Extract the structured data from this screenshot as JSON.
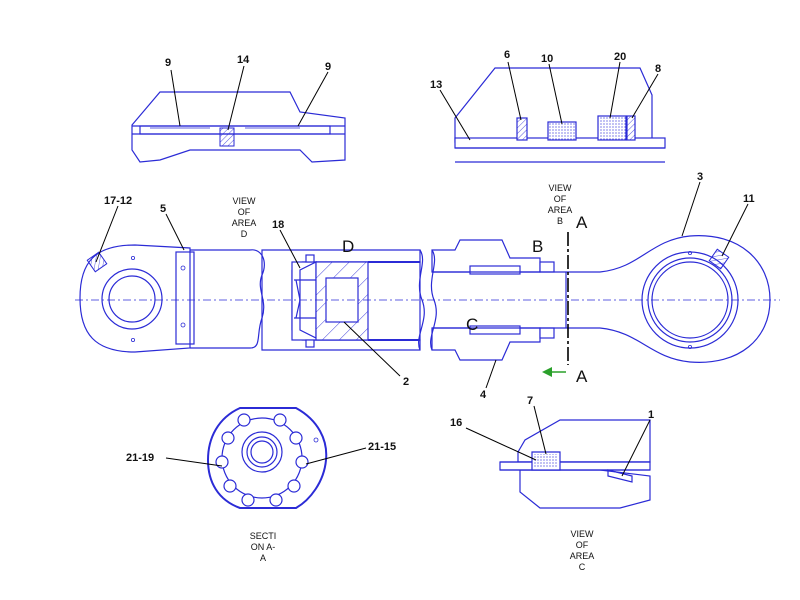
{
  "callouts": {
    "c9a": "9",
    "c14": "14",
    "c9b": "9",
    "c6": "6",
    "c10": "10",
    "c20": "20",
    "c8": "8",
    "c13": "13",
    "c3": "3",
    "c11": "11",
    "c17_12": "17-12",
    "c5": "5",
    "c18": "18",
    "c2": "2",
    "c4": "4",
    "c21_19": "21-19",
    "c21_15": "21-15",
    "c16": "16",
    "c7": "7",
    "c1": "1"
  },
  "letters": {
    "D": "D",
    "B": "B",
    "C": "C",
    "A_top": "A",
    "A_bottom": "A"
  },
  "captions": {
    "view_d": [
      "VIEW",
      "OF",
      "AREA",
      "D"
    ],
    "view_b": [
      "VIEW",
      "OF",
      "AREA",
      "B"
    ],
    "view_c": [
      "VIEW",
      "OF",
      "AREA",
      "C"
    ],
    "section_a": [
      "SECTI",
      "ON A-",
      "A"
    ]
  },
  "colors": {
    "drawing_line": "#2b2bd6",
    "leader_line": "#000000",
    "section_arrow": "#2aa02a",
    "label_text": "#111111"
  }
}
